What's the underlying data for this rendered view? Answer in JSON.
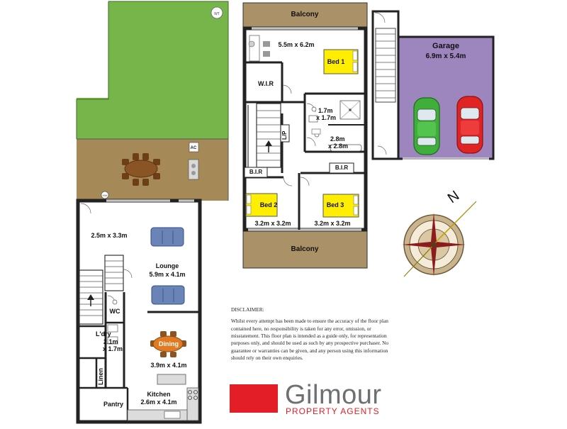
{
  "ground_floor": {
    "wt_label": "WT",
    "ac_label": "AC",
    "hw_label": "HW",
    "room_a_dims": "2.5m x 3.3m",
    "lounge_name": "Lounge",
    "lounge_dims": "5.9m x 4.1m",
    "wc_label": "WC",
    "laundry_name": "L'dry",
    "laundry_dims_1": "2.1m",
    "laundry_dims_2": "x 1.7m",
    "linen_label": "Linen",
    "pantry_label": "Pantry",
    "dining_name": "Dining",
    "dining_dims": "3.9m x 4.1m",
    "kitchen_name": "Kitchen",
    "kitchen_dims": "2.6m x 4.1m"
  },
  "first_floor": {
    "balcony_top": "Balcony",
    "balcony_bottom": "Balcony",
    "master_dims": "5.5m x 6.2m",
    "bed1_label": "Bed 1",
    "wir_label": "W.I.R",
    "ensuite_dims_1": "1.7m",
    "ensuite_dims_2": "x 1.7m",
    "lp_label": "L/P",
    "bath_dims_1": "2.8m",
    "bath_dims_2": "x 2.8m",
    "bir_left": "B.I.R",
    "bir_right": "B.I.R",
    "bed2_label": "Bed 2",
    "bed2_dims": "3.2m x 3.2m",
    "bed3_label": "Bed 3",
    "bed3_dims": "3.2m x 3.2m"
  },
  "garage": {
    "name": "Garage",
    "dims": "6.9m x 5.4m"
  },
  "compass": {
    "north_label": "N"
  },
  "disclaimer": {
    "heading": "DISCLAIMER:",
    "body": "Whilst every attempt has been made to ensure the accuracy of the floor plan contained here, no responsibility is taken for any error, omission, or misstatement. This floor plan is intended as a guide only, for representation purposes only, and should be used as such by any prospective purchaser. No guarantee or warranties can be given, and any person using this information should rely on their own enquiries."
  },
  "branding": {
    "name": "Gilmour",
    "tagline": "PROPERTY AGENTS"
  },
  "colors": {
    "lawn": "#76b54a",
    "patio": "#a58a58",
    "balcony": "#ab9167",
    "garage": "#9d85bd",
    "bed": "#ffee00",
    "sofa": "#6b84b7",
    "table": "#8a5524",
    "brand_red": "#e41e26",
    "brand_grey": "#6d6f72"
  }
}
